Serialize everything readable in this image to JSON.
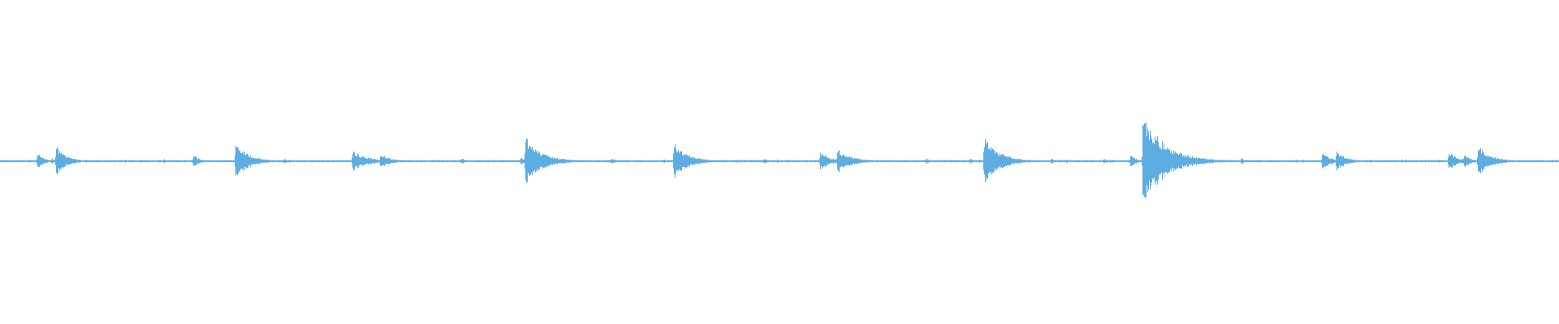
{
  "waveform": {
    "color": "#5dade2",
    "background": "#ffffff",
    "centerline": true,
    "transients": [
      {
        "t": 0.024,
        "amp": 0.05,
        "decay": 0.004
      },
      {
        "t": 0.033,
        "amp": 0.02,
        "decay": 0.002
      },
      {
        "t": 0.036,
        "amp": 0.1,
        "decay": 0.006
      },
      {
        "t": 0.044,
        "amp": 0.03,
        "decay": 0.003
      },
      {
        "t": 0.124,
        "amp": 0.05,
        "decay": 0.003
      },
      {
        "t": 0.151,
        "amp": 0.12,
        "decay": 0.008
      },
      {
        "t": 0.182,
        "amp": 0.02,
        "decay": 0.002
      },
      {
        "t": 0.226,
        "amp": 0.07,
        "decay": 0.009
      },
      {
        "t": 0.244,
        "amp": 0.05,
        "decay": 0.006
      },
      {
        "t": 0.296,
        "amp": 0.02,
        "decay": 0.002
      },
      {
        "t": 0.334,
        "amp": 0.03,
        "decay": 0.002
      },
      {
        "t": 0.337,
        "amp": 0.16,
        "decay": 0.01
      },
      {
        "t": 0.36,
        "amp": 0.02,
        "decay": 0.004
      },
      {
        "t": 0.392,
        "amp": 0.02,
        "decay": 0.003
      },
      {
        "t": 0.432,
        "amp": 0.12,
        "decay": 0.009
      },
      {
        "t": 0.49,
        "amp": 0.02,
        "decay": 0.002
      },
      {
        "t": 0.526,
        "amp": 0.06,
        "decay": 0.006
      },
      {
        "t": 0.537,
        "amp": 0.08,
        "decay": 0.009
      },
      {
        "t": 0.594,
        "amp": 0.02,
        "decay": 0.002
      },
      {
        "t": 0.622,
        "amp": 0.02,
        "decay": 0.002
      },
      {
        "t": 0.631,
        "amp": 0.15,
        "decay": 0.01
      },
      {
        "t": 0.674,
        "amp": 0.02,
        "decay": 0.002
      },
      {
        "t": 0.708,
        "amp": 0.02,
        "decay": 0.002
      },
      {
        "t": 0.725,
        "amp": 0.05,
        "decay": 0.003
      },
      {
        "t": 0.733,
        "amp": 0.3,
        "decay": 0.014
      },
      {
        "t": 0.796,
        "amp": 0.02,
        "decay": 0.003
      },
      {
        "t": 0.848,
        "amp": 0.06,
        "decay": 0.005
      },
      {
        "t": 0.857,
        "amp": 0.07,
        "decay": 0.006
      },
      {
        "t": 0.929,
        "amp": 0.06,
        "decay": 0.006
      },
      {
        "t": 0.939,
        "amp": 0.05,
        "decay": 0.004
      },
      {
        "t": 0.948,
        "amp": 0.1,
        "decay": 0.008
      },
      {
        "t": 0.995,
        "amp": 0.01,
        "decay": 0.002
      }
    ]
  }
}
